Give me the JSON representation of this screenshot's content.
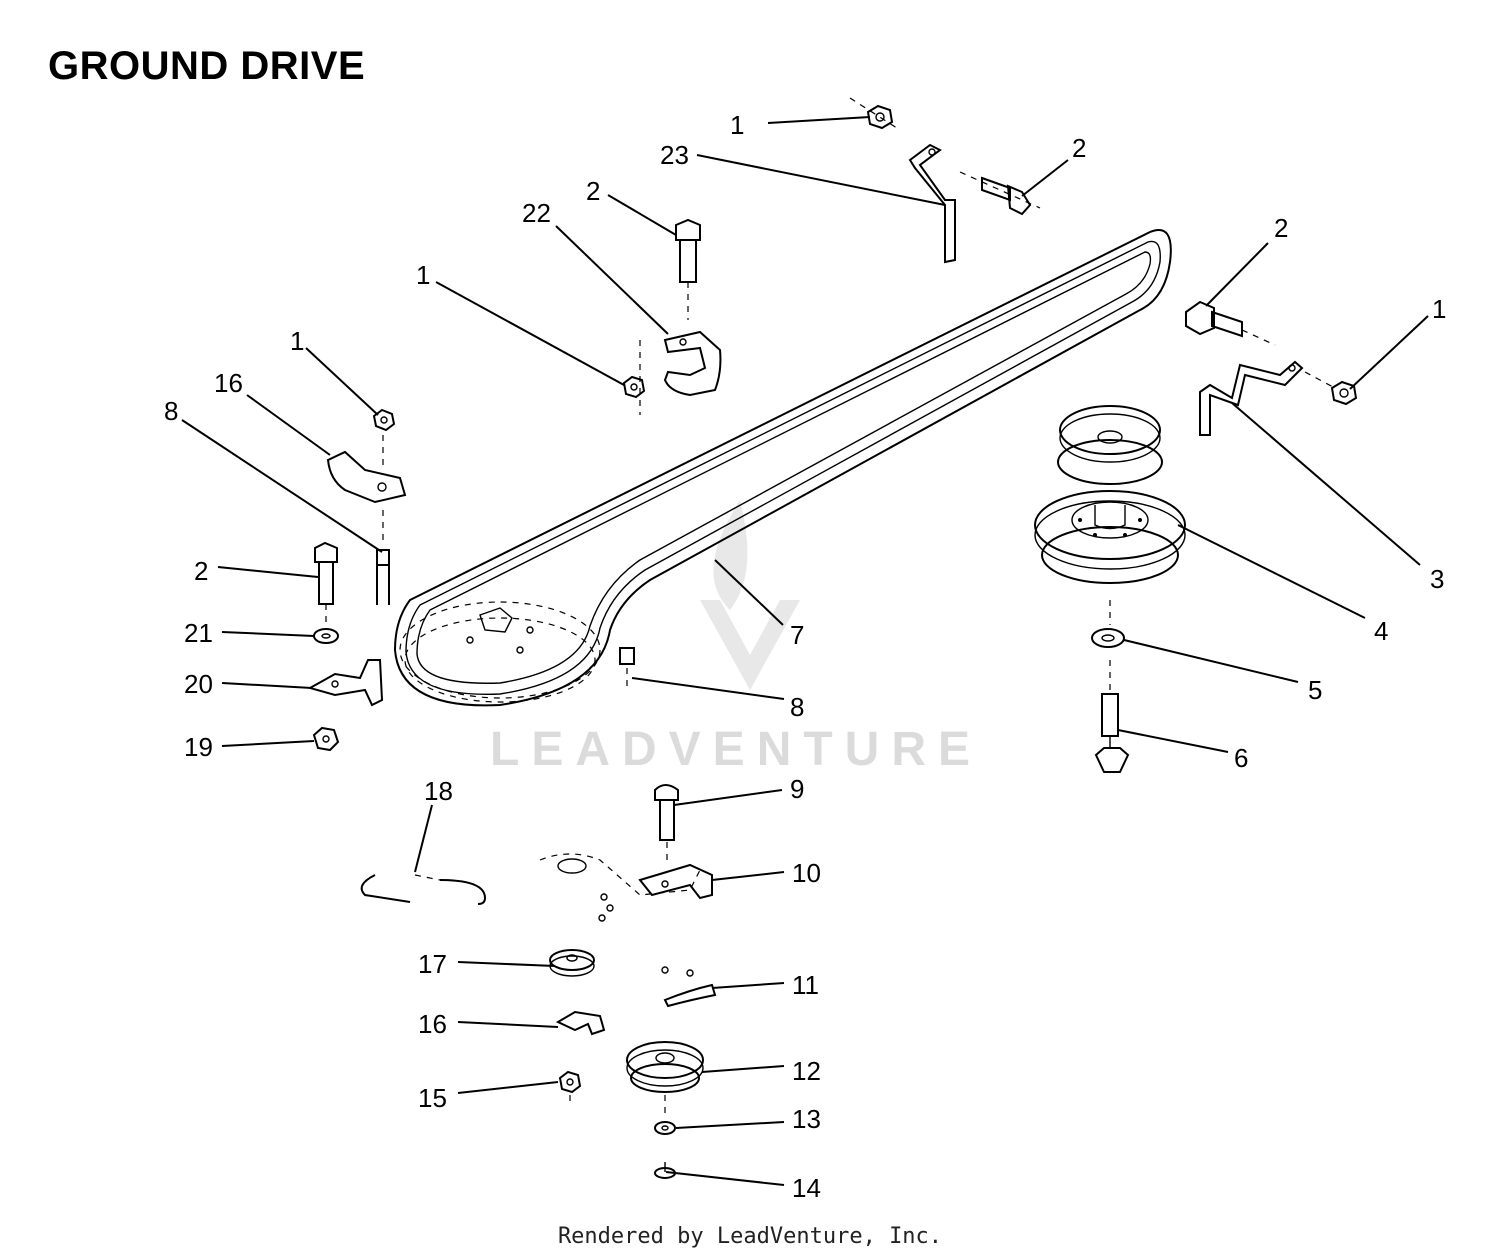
{
  "title": "GROUND DRIVE",
  "watermark": "LEADVENTURE",
  "footer": "Rendered by LeadVenture, Inc.",
  "callouts": [
    "1",
    "23",
    "2",
    "22",
    "2",
    "1",
    "2",
    "1",
    "1",
    "16",
    "8",
    "3",
    "4",
    "2",
    "21",
    "7",
    "5",
    "20",
    "8",
    "19",
    "6",
    "9",
    "18",
    "10",
    "17",
    "11",
    "16",
    "12",
    "15",
    "13",
    "14"
  ]
}
